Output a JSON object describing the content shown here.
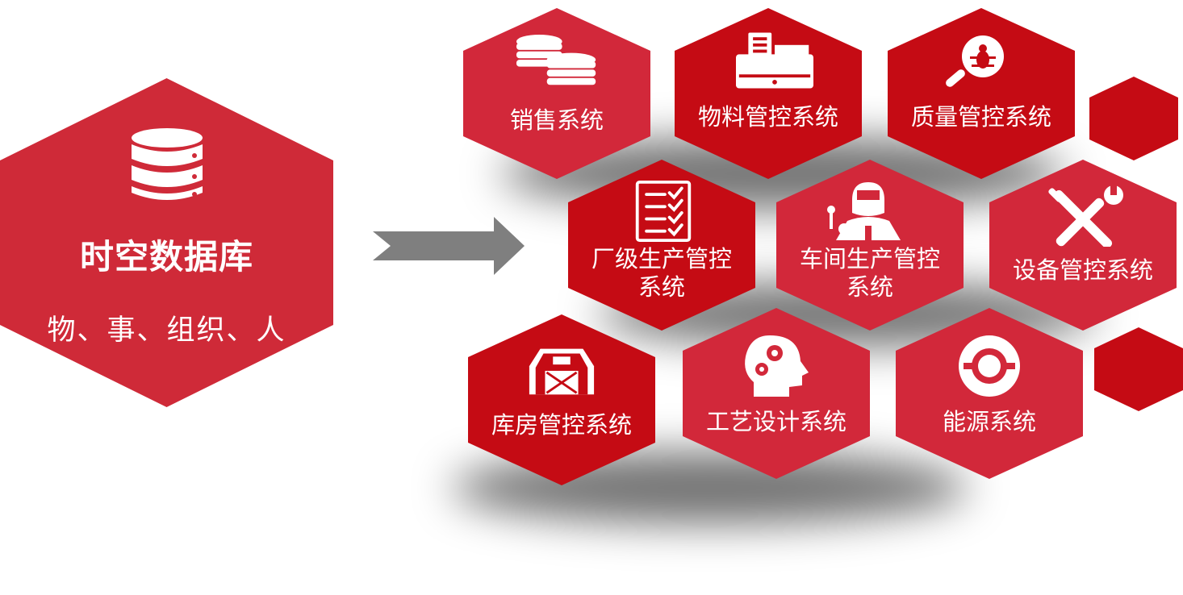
{
  "database": {
    "icon": "database-icon",
    "title": "时空数据库",
    "subtitle": "物、事、组织、人"
  },
  "connector": {
    "icon": "arrow-right-icon"
  },
  "systems": [
    {
      "label_lines": [
        "销售系统"
      ],
      "icon": "coins-icon"
    },
    {
      "label_lines": [
        "物料管控系统"
      ],
      "icon": "cash-register-icon"
    },
    {
      "label_lines": [
        "质量管控系统"
      ],
      "icon": "bug-search-icon"
    },
    {
      "label_lines": [
        "厂级生产管控",
        "系统"
      ],
      "icon": "checklist-icon"
    },
    {
      "label_lines": [
        "车间生产管控",
        "系统"
      ],
      "icon": "welder-icon"
    },
    {
      "label_lines": [
        "设备管控系统"
      ],
      "icon": "tools-icon"
    },
    {
      "label_lines": [
        "库房管控系统"
      ],
      "icon": "barn-icon"
    },
    {
      "label_lines": [
        "工艺设计系统"
      ],
      "icon": "head-gears-icon"
    },
    {
      "label_lines": [
        "能源系统"
      ],
      "icon": "lifebuoy-icon"
    }
  ],
  "colors": {
    "primary": "#cf2a38",
    "dark_red": "#c50b14",
    "arrow": "#7f7f7f",
    "text": "#ffffff"
  }
}
